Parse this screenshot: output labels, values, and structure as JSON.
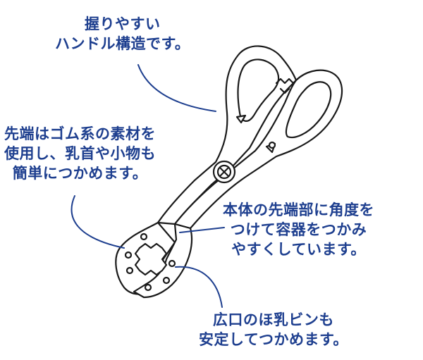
{
  "callouts": {
    "handle": {
      "lines": [
        "握りやすい",
        "ハンドル構造です。"
      ]
    },
    "tip": {
      "lines": [
        "先端はゴム系の素材を",
        "使用し、乳首や小物も",
        "簡単につかめます。"
      ]
    },
    "angle": {
      "lines": [
        "本体の先端部に角度を",
        "つけて容器をつかみ",
        "やすくしています。"
      ]
    },
    "bottle": {
      "lines": [
        "広口のほ乳ビンも",
        "安定してつかめます。"
      ]
    }
  },
  "colors": {
    "text": "#1e3f8f",
    "leader": "#1e3f8f",
    "outline": "#1a1a1a",
    "fill": "#ffffff"
  },
  "icons": [
    "tongs-illustration"
  ]
}
